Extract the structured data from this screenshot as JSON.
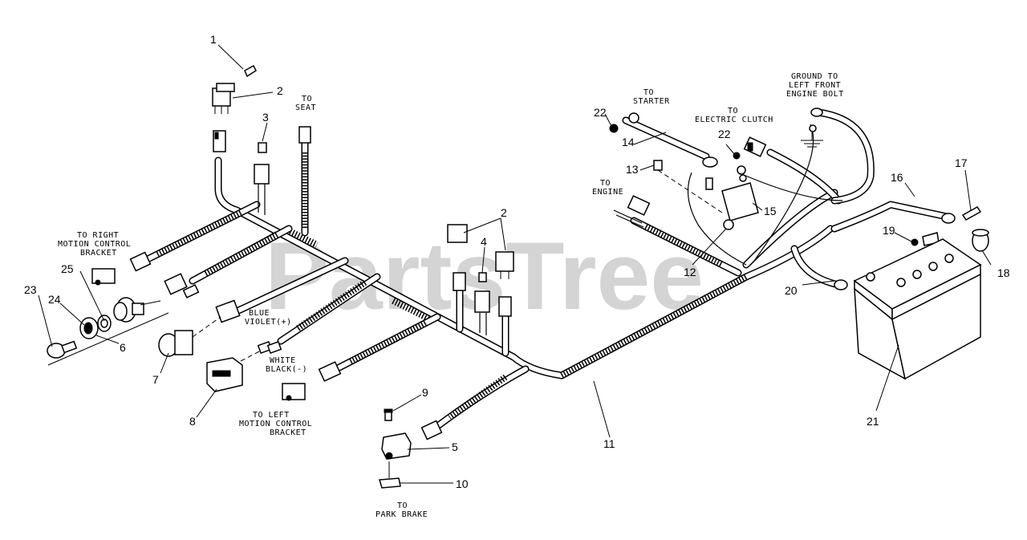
{
  "watermark": "PartsTree",
  "labels": {
    "to_seat": [
      "TO",
      "SEAT"
    ],
    "to_right_motion": [
      "TO RIGHT",
      "MOTION CONTROL",
      "BRACKET"
    ],
    "blue_violet": [
      "BLUE",
      "VIOLET(+)"
    ],
    "white_black": [
      "WHITE",
      "BLACK(-)"
    ],
    "to_left_motion": [
      "TO LEFT",
      "MOTION CONTROL",
      "BRACKET"
    ],
    "to_park_brake": [
      "TO",
      "PARK BRAKE"
    ],
    "to_starter": [
      "TO",
      "STARTER"
    ],
    "to_electric_clutch": [
      "TO",
      "ELECTRIC CLUTCH"
    ],
    "to_engine": [
      "TO",
      "ENGINE"
    ],
    "ground": [
      "GROUND TO",
      "LEFT FRONT",
      "ENGINE BOLT"
    ]
  },
  "callouts": {
    "c1": "1",
    "c2a": "2",
    "c2b": "2",
    "c3": "3",
    "c4": "4",
    "c5": "5",
    "c6": "6",
    "c7": "7",
    "c8": "8",
    "c9": "9",
    "c10": "10",
    "c11": "11",
    "c12": "12",
    "c13": "13",
    "c14": "14",
    "c15": "15",
    "c16": "16",
    "c17": "17",
    "c18": "18",
    "c19": "19",
    "c20": "20",
    "c21": "21",
    "c22a": "22",
    "c22b": "22",
    "c23": "23",
    "c24": "24",
    "c25": "25"
  }
}
